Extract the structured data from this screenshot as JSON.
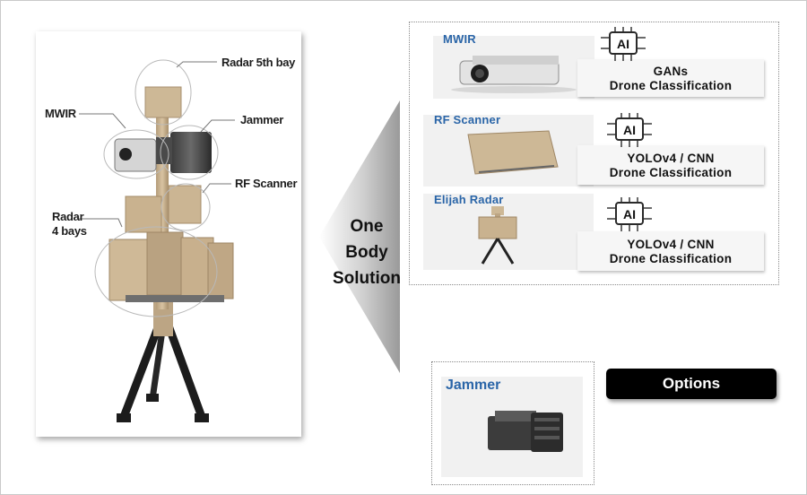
{
  "callouts": {
    "radar_5th_bay": "Radar 5th bay",
    "mwir": "MWIR",
    "jammer": "Jammer",
    "rf_scanner": "RF Scanner",
    "radar_4_bays_line1": "Radar",
    "radar_4_bays_line2": "4 bays"
  },
  "one_body": {
    "line1": "One",
    "line2": "Body",
    "line3": "Solution"
  },
  "sensors": [
    {
      "title": "MWIR",
      "ai_label": "AI",
      "model_line1": "GANs",
      "model_line2": "Drone Classification"
    },
    {
      "title": "RF Scanner",
      "ai_label": "AI",
      "model_line1": "YOLOv4 / CNN",
      "model_line2": "Drone Classification"
    },
    {
      "title": "Elijah  Radar",
      "ai_label": "AI",
      "model_line1": "YOLOv4 / CNN",
      "model_line2": "Drone Classification"
    }
  ],
  "options": {
    "jammer_title": "Jammer",
    "button_label": "Options"
  },
  "colors": {
    "sensor_title": "#2a65a8",
    "device_tan": "#c9b28f",
    "options_button": "#000000"
  }
}
